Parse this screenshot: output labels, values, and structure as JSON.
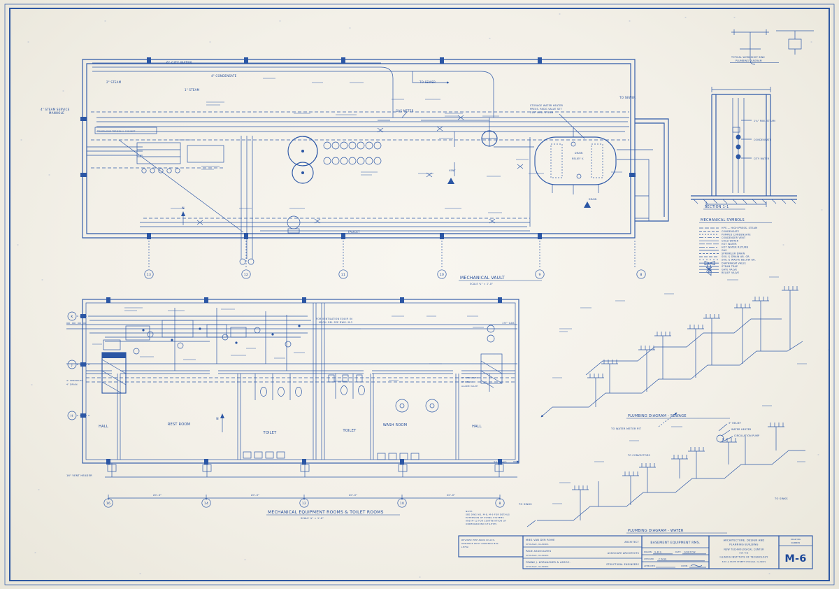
{
  "top_plan": {
    "title": "MECHANICAL VAULT",
    "scale": "SCALE ¼\" = 1'-0\"",
    "grid": [
      "13",
      "12",
      "11",
      "10",
      "9",
      "8"
    ],
    "labels": {
      "city_water": "6\" CITY WATER",
      "steam_2": "2\" STEAM",
      "condensate_4": "4\" CONDENSATE",
      "steam_1": "1\" STEAM",
      "manhole_1": "4\" STEAM SERVICE",
      "manhole_2": "MANHOLE",
      "tel_cabinet": "TELEPHONE TERMINAL CABINET",
      "gas_meter": "GAS METER",
      "to_sewer": "TO SEWER",
      "to_sewer_2": "TO SEWER",
      "heater_1": "STORAGE WATER HEATER",
      "heater_2": "PRESS. REDG VALVE SET",
      "heater_3": "210° MED. STEAM",
      "drain": "DRAIN",
      "relief": "RELIEF V.",
      "vent": "VENT",
      "drain_2": "DRAIN",
      "faucet": "FAUCET",
      "north": "N"
    }
  },
  "section": {
    "title": "SECTION 1-1",
    "labels": {
      "min_steam": "1¼\" MIN. STEAM",
      "condensate": "CONDENSATE",
      "city_water": "CITY WATER"
    }
  },
  "sink_detail": {
    "line1": "TYPICAL WORKSHOP SINK",
    "line2": "PLUMBING DIAGRAM"
  },
  "symbols": {
    "title": "MECHANICAL SYMBOLS",
    "items": [
      "HPS — HIGH PRESS. STEAM",
      "CONDENSATE",
      "PUMPED CONDENSATE",
      "CONDENSER VENT",
      "COLD WATER",
      "HOT WATER",
      "HOT WATER RETURN",
      "GAS",
      "SPRINKLER DRAIN",
      "SOIL & DRAIN AB. GR.",
      "SOIL & WASTE BELOW GR.",
      "DIAPHRAGM VALVE",
      "STEAM TRAP",
      "GATE VALVE",
      "RELIEF VALVE"
    ]
  },
  "floor_plan": {
    "title": "MECHANICAL EQUIPMENT ROOMS & TOILET ROOMS",
    "scale": "SCALE ¼\" = 1'-0\"",
    "rooms": [
      "HALL",
      "REST ROOM",
      "TOILET",
      "TOILET",
      "WASH ROOM",
      "HALL"
    ],
    "grid_letters": [
      "K",
      "J",
      "H"
    ],
    "grid_numbers": [
      "16",
      "14",
      "12",
      "10",
      "8"
    ],
    "dims": [
      "20'-0\"",
      "20'-0\"",
      "20'-0\"",
      "20'-0\""
    ],
    "note": [
      "NOTE:",
      "SEE DWG NO. M-8, M-9 FOR DETAILS",
      "EXTENSION OF PIPING SYSTEMS",
      "AND M-12 FOR CONTINUATION OF",
      "UNDERGROUND UTILITIES"
    ],
    "labels": {
      "vent_equip_1": "FOR VENTILATION EQUIP. IN",
      "vent_equip_2": "MECH. RM. SEE DWG. M-2",
      "sprinkler_l": "4\" SPRINKLER",
      "drain_l": "4\" DRAIN",
      "sprinkler_r": "4\" SPRINKLER",
      "drain_r": "4\" DRAIN",
      "alarm": "ALARM VALVE",
      "vent_header": "16\" VENT HEADER",
      "to_sinks": "TO SINKS",
      "gas": "1½\" GAS",
      "north": "N"
    }
  },
  "sewage_diagram": {
    "title": "PLUMBING DIAGRAM - SEWAGE",
    "to_meter": "TO WATER METER PIT"
  },
  "water_diagram": {
    "title": "PLUMBING DIAGRAM - WATER",
    "labels": {
      "relief": "3\" RELIEF",
      "heater": "WATER HEATER",
      "pump": "CIRCULATION PUMP",
      "convectors": "TO CONVECTORS",
      "sinks1": "TO SINKS",
      "sinks2": "TO SINKS"
    }
  },
  "title_block": {
    "revision": [
      "REVISED PIPE RUNS IN ACC-",
      "ORDANCE WITH ADDENDA BUL-",
      "LETIN."
    ],
    "firms": [
      {
        "name": "MIES VAN DER ROHE",
        "city": "CHICAGO, ILLINOIS",
        "role": "ARCHITECT"
      },
      {
        "name": "PACE ASSOCIATES",
        "city": "CHICAGO, ILLINOIS",
        "role": "ASSOCIATE ARCHITECTS"
      },
      {
        "name": "FRANK J. KORNACKER & ASSOC.",
        "city": "CHICAGO, ILLINOIS",
        "role": "STRUCTURAL ENGINEERS"
      }
    ],
    "drawing_title": "BASEMENT EQUIPMENT RMS.",
    "fields": {
      "drawn_label": "DRAWN",
      "drawn": "S.B.S.",
      "date_label": "DATE",
      "date": "10/07/54",
      "checked_label": "CHECKED",
      "checked": "C.M.B.",
      "approved_label": "APPROVED",
      "comm_label": "COMM."
    },
    "project": [
      "ARCHITECTURE, DESIGN AND",
      "PLANNING BUILDING",
      "NEW TECHNOLOGICAL CENTER",
      "FOR THE",
      "ILLINOIS INSTITUTE OF TECHNOLOGY",
      "34th & STATE STREET   CHICAGO, ILLINOIS"
    ],
    "number_label_1": "DRAWING",
    "number_label_2": "NUMBER",
    "number": "M-6"
  }
}
